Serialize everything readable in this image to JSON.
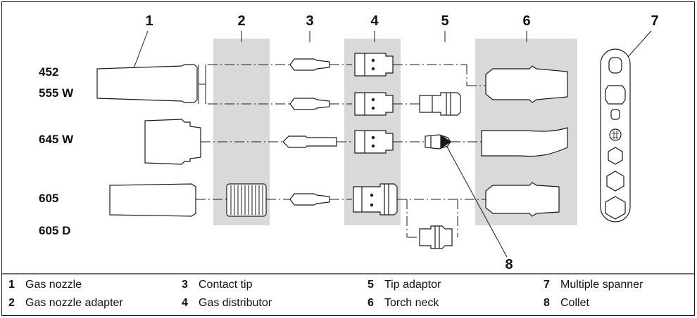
{
  "callouts": [
    "1",
    "2",
    "3",
    "4",
    "5",
    "6",
    "7",
    "8"
  ],
  "models": [
    "452",
    "555 W",
    "645 W",
    "605",
    "605 D"
  ],
  "legend": [
    {
      "num": "1",
      "label": "Gas nozzle"
    },
    {
      "num": "2",
      "label": "Gas nozzle adapter"
    },
    {
      "num": "3",
      "label": "Contact tip"
    },
    {
      "num": "4",
      "label": "Gas distributor"
    },
    {
      "num": "5",
      "label": "Tip adaptor"
    },
    {
      "num": "6",
      "label": "Torch neck"
    },
    {
      "num": "7",
      "label": "Multiple spanner"
    },
    {
      "num": "8",
      "label": "Collet"
    }
  ],
  "colors": {
    "panel": "#d9d9d9",
    "line": "#1a1a1a",
    "part_fill": "#ffffff"
  }
}
